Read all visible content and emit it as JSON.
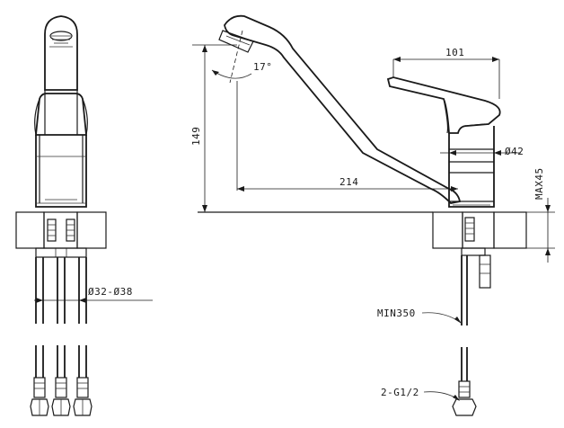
{
  "dimensions": {
    "handle_length": "101",
    "spout_angle": "17°",
    "spout_height": "149",
    "body_diameter": "Ø42",
    "max_deck_thickness": "MAX45",
    "spout_reach": "214",
    "hole_diameter": "Ø32-Ø38",
    "min_hose_length": "MIN350",
    "connection_thread": "2-G1/2"
  }
}
